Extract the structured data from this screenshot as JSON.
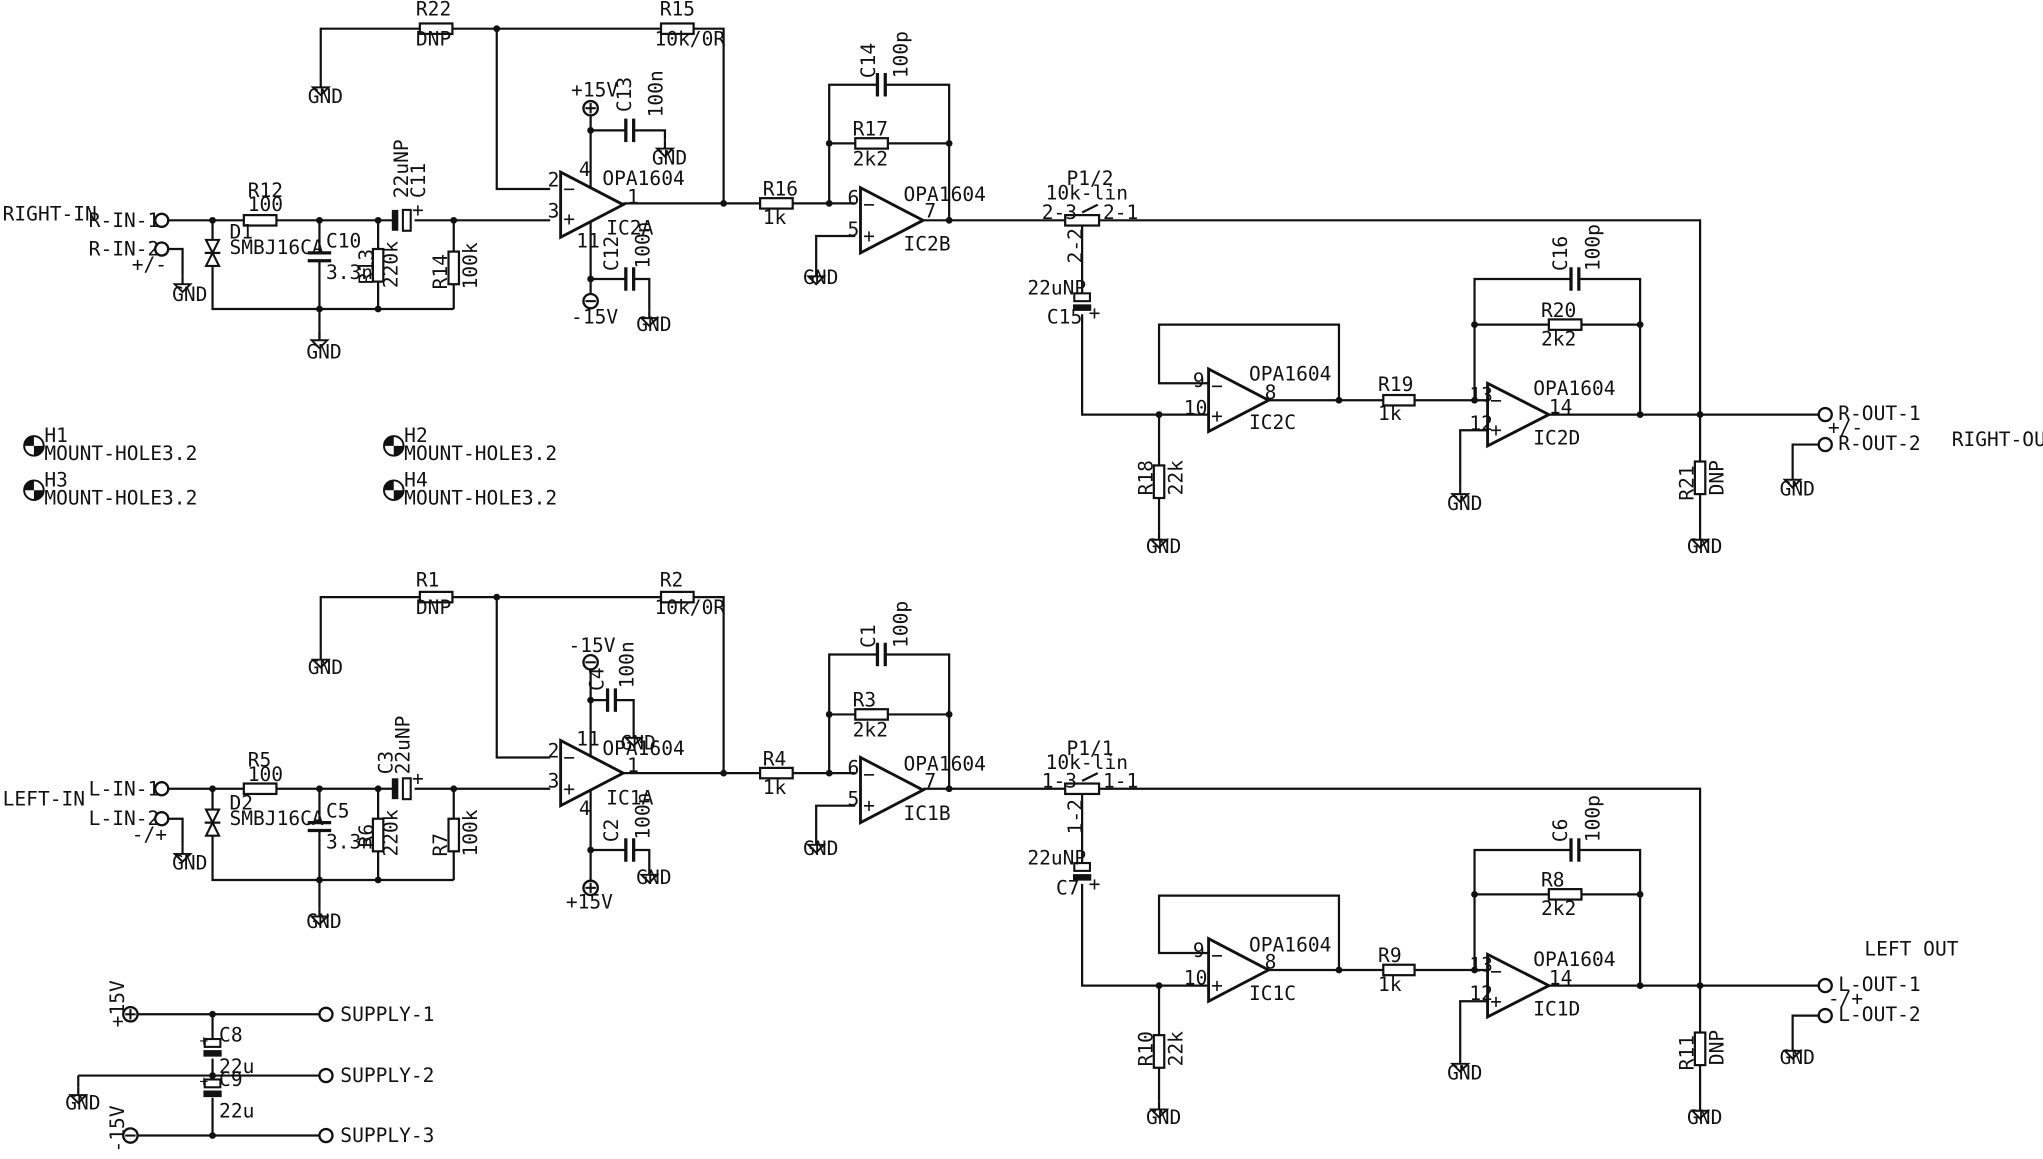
{
  "nets": {
    "gnd": "GND",
    "vpos": "+15V",
    "vneg": "-15V"
  },
  "channel_labels": {
    "right_in": "RIGHT-IN",
    "right_out": "RIGHT-OUT",
    "left_in": "LEFT-IN",
    "left_out": "LEFT OUT"
  },
  "connectors": {
    "r_in_1": "R-IN-1",
    "r_in_2": "R-IN-2",
    "r_in_pol": "+/-",
    "r_out_1": "R-OUT-1",
    "r_out_2": "R-OUT-2",
    "r_out_pol": "+/-",
    "l_in_1": "L-IN-1",
    "l_in_2": "L-IN-2",
    "l_in_pol": "-/+",
    "l_out_1": "L-OUT-1",
    "l_out_2": "L-OUT-2",
    "l_out_pol": "-/+",
    "supply_1": "SUPPLY-1",
    "supply_2": "SUPPLY-2",
    "supply_3": "SUPPLY-3"
  },
  "mount_holes": [
    {
      "ref": "H1",
      "value": "MOUNT-HOLE3.2"
    },
    {
      "ref": "H2",
      "value": "MOUNT-HOLE3.2"
    },
    {
      "ref": "H3",
      "value": "MOUNT-HOLE3.2"
    },
    {
      "ref": "H4",
      "value": "MOUNT-HOLE3.2"
    }
  ],
  "right": {
    "r22": {
      "ref": "R22",
      "value": "DNP"
    },
    "r15": {
      "ref": "R15",
      "value": "10k/0R"
    },
    "r12": {
      "ref": "R12",
      "value": "100"
    },
    "d1": {
      "ref": "D1",
      "value": "SMBJ16CA"
    },
    "c10": {
      "ref": "C10",
      "value": "3.3n"
    },
    "r13": {
      "ref": "R13",
      "value": "220k"
    },
    "c11": {
      "ref": "C11",
      "value": "22uNP"
    },
    "r14": {
      "ref": "R14",
      "value": "100k"
    },
    "c13": {
      "ref": "C13",
      "value": "100n"
    },
    "c12": {
      "ref": "C12",
      "value": "100n"
    },
    "ic2a": {
      "ref": "IC2A",
      "value": "OPA1604",
      "pin_inv": "2",
      "pin_non": "3",
      "pin_out": "1",
      "pin_vp": "4",
      "pin_vn": "11"
    },
    "r16": {
      "ref": "R16",
      "value": "1k"
    },
    "c14": {
      "ref": "C14",
      "value": "100p"
    },
    "r17": {
      "ref": "R17",
      "value": "2k2"
    },
    "ic2b": {
      "ref": "IC2B",
      "value": "OPA1604",
      "pin_inv": "6",
      "pin_non": "5",
      "pin_out": "7"
    },
    "p1": {
      "ref": "P1/2",
      "value": "10k-lin",
      "pin_a": "2-3",
      "pin_b": "2-1",
      "pin_w": "2-2"
    },
    "c15": {
      "ref": "C15",
      "value": "22uNP"
    },
    "ic2c": {
      "ref": "IC2C",
      "value": "OPA1604",
      "pin_inv": "9",
      "pin_non": "10",
      "pin_out": "8"
    },
    "r18": {
      "ref": "R18",
      "value": "22k"
    },
    "r19": {
      "ref": "R19",
      "value": "1k"
    },
    "c16": {
      "ref": "C16",
      "value": "100p"
    },
    "r20": {
      "ref": "R20",
      "value": "2k2"
    },
    "ic2d": {
      "ref": "IC2D",
      "value": "OPA1604",
      "pin_inv": "13",
      "pin_non": "12",
      "pin_out": "14"
    },
    "r21": {
      "ref": "R21",
      "value": "DNP"
    }
  },
  "left": {
    "r1": {
      "ref": "R1",
      "value": "DNP"
    },
    "r2": {
      "ref": "R2",
      "value": "10k/0R"
    },
    "r5": {
      "ref": "R5",
      "value": "100"
    },
    "d2": {
      "ref": "D2",
      "value": "SMBJ16CA"
    },
    "c5": {
      "ref": "C5",
      "value": "3.3n"
    },
    "r6": {
      "ref": "R6",
      "value": "220k"
    },
    "c3": {
      "ref": "C3",
      "value": "22uNP"
    },
    "r7": {
      "ref": "R7",
      "value": "100k"
    },
    "c4": {
      "ref": "C4",
      "value": "100n"
    },
    "c2": {
      "ref": "C2",
      "value": "100n"
    },
    "ic1a": {
      "ref": "IC1A",
      "value": "OPA1604",
      "pin_inv": "2",
      "pin_non": "3",
      "pin_out": "1",
      "pin_vp": "4",
      "pin_vn": "11"
    },
    "r4": {
      "ref": "R4",
      "value": "1k"
    },
    "c1": {
      "ref": "C1",
      "value": "100p"
    },
    "r3": {
      "ref": "R3",
      "value": "2k2"
    },
    "ic1b": {
      "ref": "IC1B",
      "value": "OPA1604",
      "pin_inv": "6",
      "pin_non": "5",
      "pin_out": "7"
    },
    "p1": {
      "ref": "P1/1",
      "value": "10k-lin",
      "pin_a": "1-3",
      "pin_b": "1-1",
      "pin_w": "1-2"
    },
    "c7": {
      "ref": "C7",
      "value": "22uNP"
    },
    "ic1c": {
      "ref": "IC1C",
      "value": "OPA1604",
      "pin_inv": "9",
      "pin_non": "10",
      "pin_out": "8"
    },
    "r10": {
      "ref": "R10",
      "value": "22k"
    },
    "r9": {
      "ref": "R9",
      "value": "1k"
    },
    "c6": {
      "ref": "C6",
      "value": "100p"
    },
    "r8": {
      "ref": "R8",
      "value": "2k2"
    },
    "ic1d": {
      "ref": "IC1D",
      "value": "OPA1604",
      "pin_inv": "13",
      "pin_non": "12",
      "pin_out": "14"
    },
    "r11": {
      "ref": "R11",
      "value": "DNP"
    }
  },
  "supply": {
    "c8": {
      "ref": "C8",
      "value": "22u"
    },
    "c9": {
      "ref": "C9",
      "value": "22u"
    }
  }
}
